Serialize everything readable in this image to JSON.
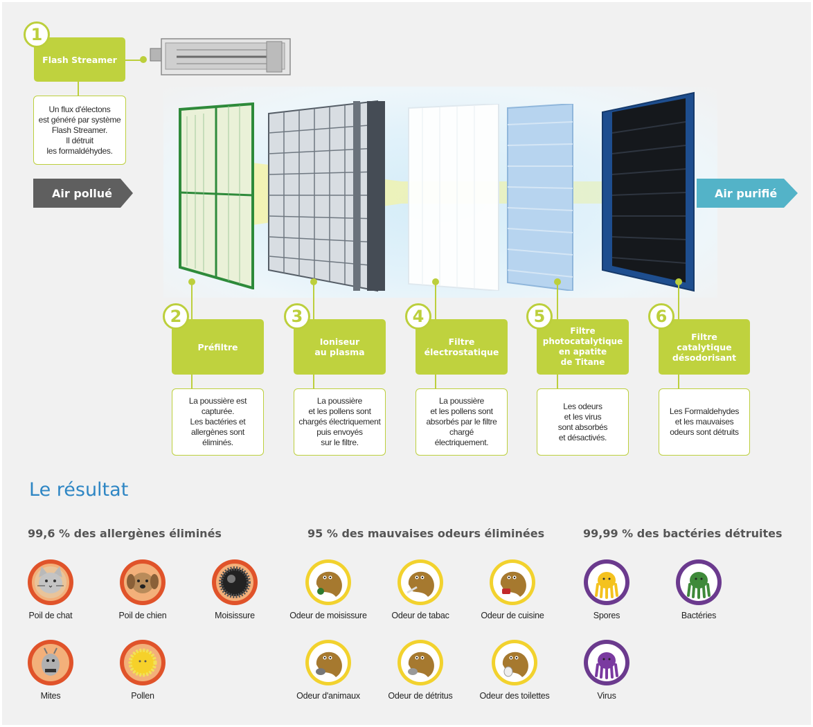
{
  "steps": [
    {
      "num": "1",
      "title": "Flash Streamer",
      "desc": "Un flux d'électons\nest généré par système\nFlash Streamer.\nIl détruit\nles formaldéhydes."
    },
    {
      "num": "2",
      "title": "Préfiltre",
      "desc": "La poussière est\ncapturée.\nLes bactéries et\nallergènes sont\néliminés."
    },
    {
      "num": "3",
      "title": "Ioniseur\nau plasma",
      "desc": "La poussière\net les pollens sont\nchargés électriquement\npuis envoyés\nsur le filtre."
    },
    {
      "num": "4",
      "title": "Filtre\nélectrostatique",
      "desc": "La poussière\net les pollens sont\nabsorbés par le filtre\nchargé\nélectriquement."
    },
    {
      "num": "5",
      "title": "Filtre\nphotocatalytique\nen apatite\nde Titane",
      "desc": "Les odeurs\net les virus\nsont absorbés\net désactivés."
    },
    {
      "num": "6",
      "title": "Filtre\ncatalytique\ndésodorisant",
      "desc": "Les Formaldehydes\net les mauvaises\nodeurs sont détruits"
    }
  ],
  "flow": {
    "in_label": "Air pollué",
    "out_label": "Air purifié"
  },
  "result": {
    "title": "Le résultat",
    "columns": [
      {
        "heading": "99,6 % des allergènes éliminés",
        "items": [
          "Poil de chat",
          "Poil de chien",
          "Moisissure",
          "Mites",
          "Pollen"
        ]
      },
      {
        "heading": "95 % des mauvaises odeurs éliminées",
        "items": [
          "Odeur de moisissure",
          "Odeur de tabac",
          "Odeur de cuisine",
          "Odeur d'animaux",
          "Odeur de détritus",
          "Odeur des toilettes"
        ]
      },
      {
        "heading": "99,99 % des bactéries détruites",
        "items": [
          "Spores",
          "Bactéries",
          "Virus"
        ]
      }
    ]
  },
  "colors": {
    "accent_green": "#bfd23e",
    "title_blue": "#2e86c4",
    "arrow_in": "#5f5f5f",
    "arrow_out": "#53b3c8",
    "allergen_ring": "#e0532a",
    "odor_ring": "#f2d22e",
    "bacteria_ring": "#6b3a8e"
  },
  "icons": {
    "allergens": [
      "cat-face-icon",
      "dog-face-icon",
      "mold-spore-icon",
      "mite-icon",
      "pollen-icon"
    ],
    "odors": [
      "odor-mold-blob-icon",
      "odor-tobacco-blob-icon",
      "odor-cooking-blob-icon",
      "odor-animal-blob-icon",
      "odor-garbage-blob-icon",
      "odor-toilet-blob-icon"
    ],
    "bacteria": [
      "spore-creature-icon",
      "bacteria-creature-icon",
      "virus-creature-icon"
    ]
  }
}
